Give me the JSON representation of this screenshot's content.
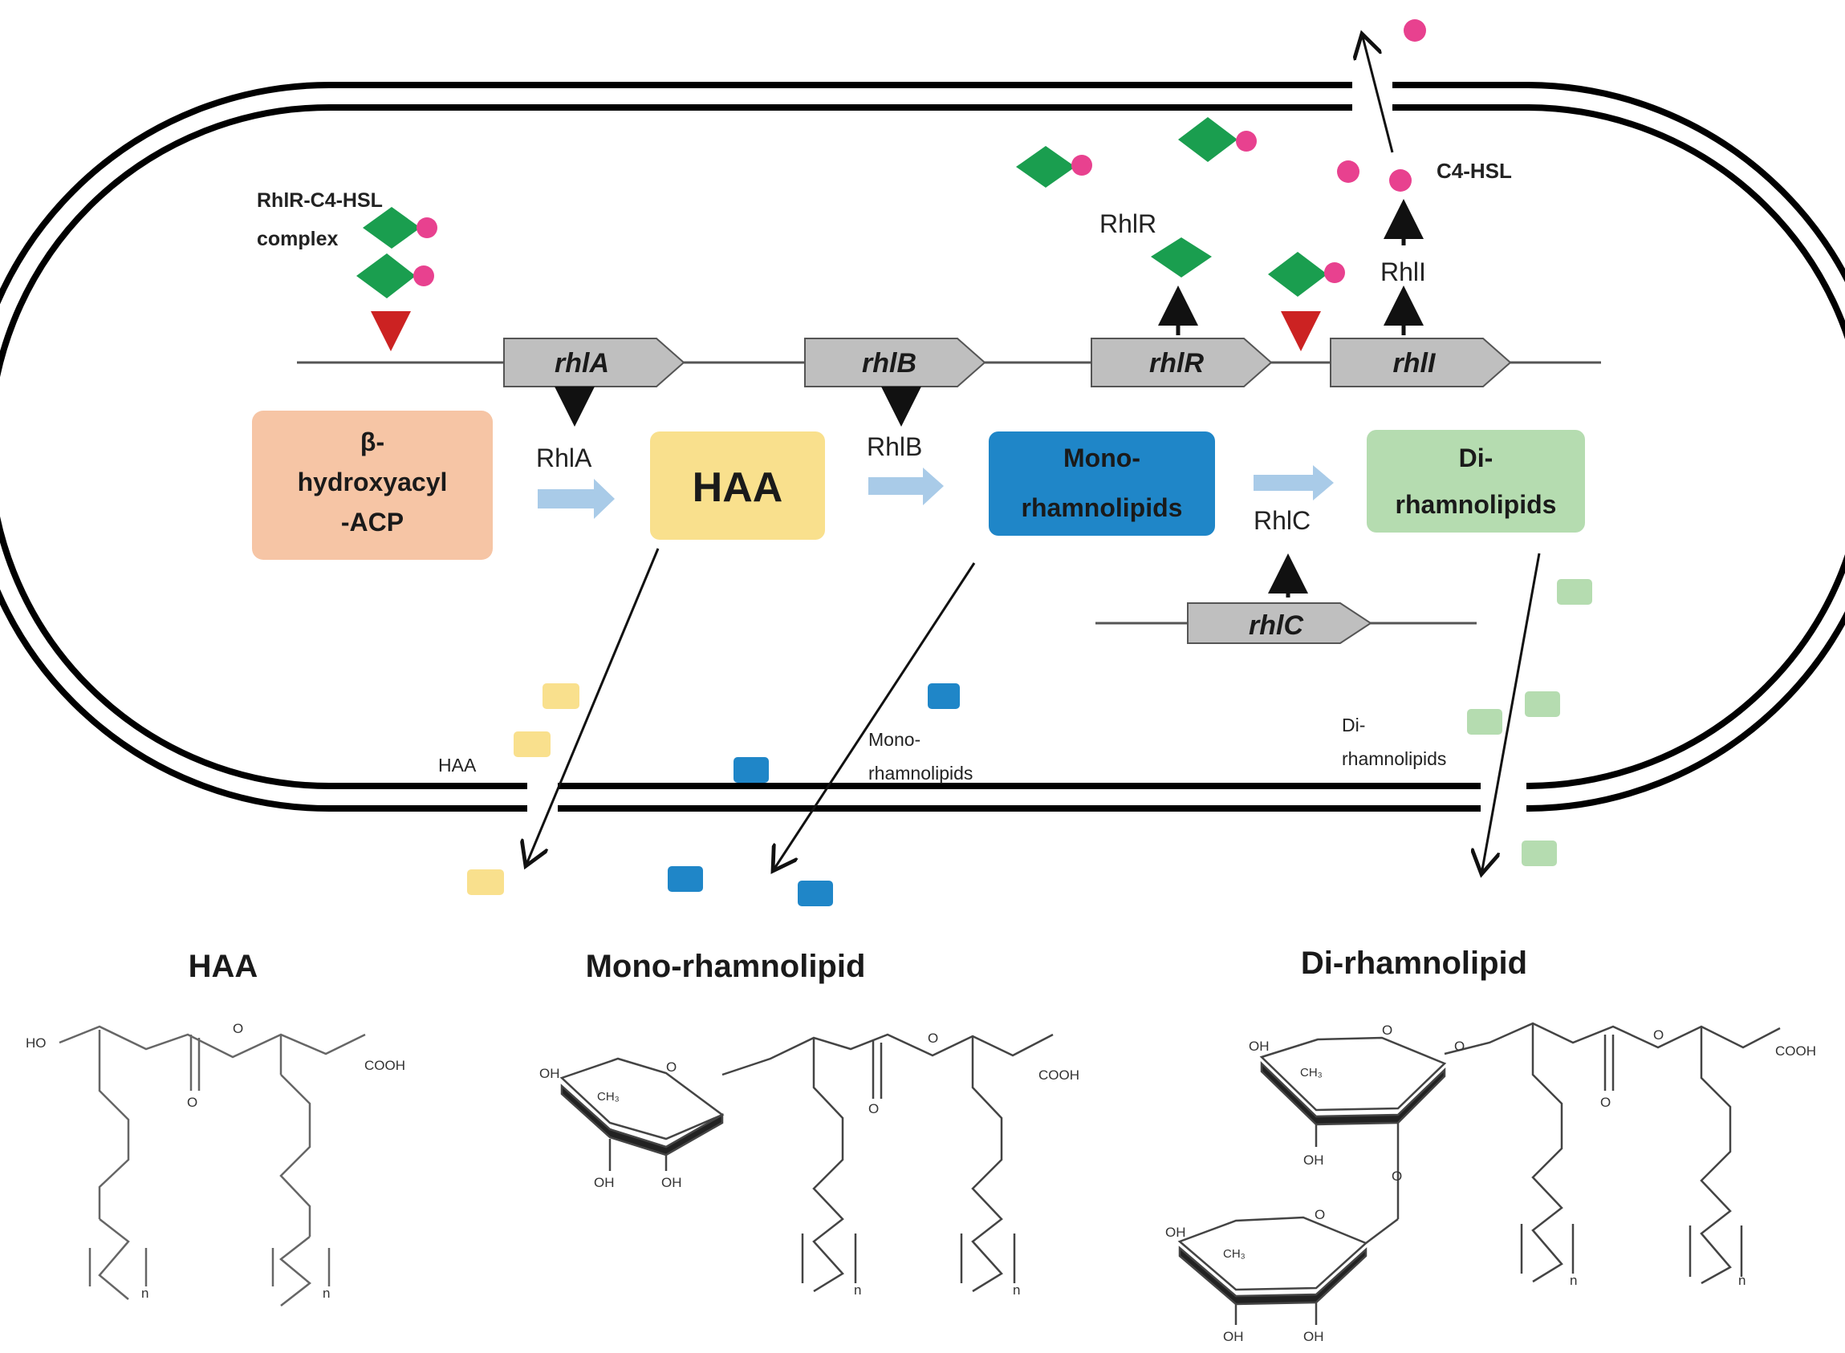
{
  "colors": {
    "rhlr_protein": "#1a9e4f",
    "c4hsl": "#e8418f",
    "inhibit_arrow": "#cc2222",
    "haa_fill": "#f9e08d",
    "hydroxyacyl_fill": "#f6c5a5",
    "mono_fill": "#1f86c8",
    "di_fill": "#b5dcb0",
    "flux_arrow": "#a9cbe8",
    "gene_fill": "#bfbfbf"
  },
  "labels": {
    "complex_line1": "RhlR-C4-HSL",
    "complex_line2": "complex",
    "c4hsl": "C4-HSL",
    "rhlr_protein": "RhlR",
    "rhli_protein": "RhlI",
    "rhla_protein": "RhlA",
    "rhlb_protein": "RhlB",
    "rhlc_protein": "RhlC"
  },
  "genes": {
    "rhla": "rhlA",
    "rhlb": "rhlB",
    "rhlr": "rhlR",
    "rhli": "rhlI",
    "rhlc": "rhlC"
  },
  "boxes": {
    "hydroxyacyl": [
      "β-",
      "hydroxyacyl",
      "-ACP"
    ],
    "haa": "HAA",
    "mono": [
      "Mono-",
      "rhamnolipids"
    ],
    "di": [
      "Di-",
      "rhamnolipids"
    ]
  },
  "secreted": {
    "haa": "HAA",
    "mono": [
      "Mono-",
      "rhamnolipids"
    ],
    "di": [
      "Di-",
      "rhamnolipids"
    ]
  },
  "structures": {
    "haa_title": "HAA",
    "mono_title": "Mono-rhamnolipid",
    "di_title": "Di-rhamnolipid",
    "ho": "HO",
    "oh": "OH",
    "cooh": "COOH",
    "ch3": "CH₃",
    "o": "O",
    "n": "n"
  }
}
